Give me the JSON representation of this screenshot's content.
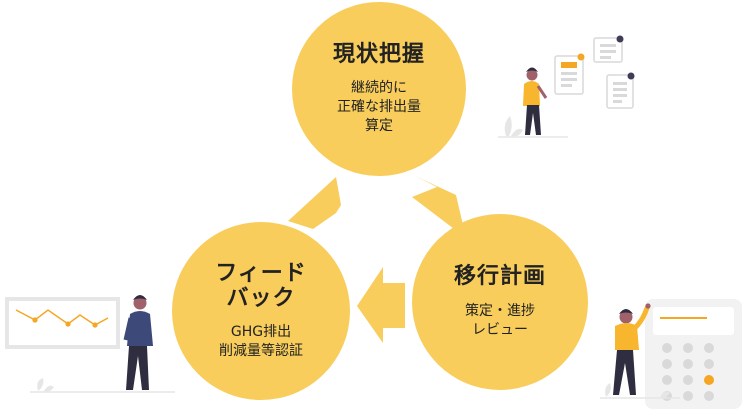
{
  "colors": {
    "circle": "#f8cd5b",
    "arrow": "#f8cd5b",
    "accent_orange": "#f5a623",
    "figure_dark": "#2f2e41",
    "shirt_navy": "#3d4a79",
    "paper_gray": "#e6e6e6",
    "line_gray": "#cccccc",
    "skin": "#a0616a"
  },
  "cycle": {
    "top": {
      "title": "現状把握",
      "desc_lines": [
        "継続的に",
        "正確な排出量",
        "算定"
      ]
    },
    "right": {
      "title": "移行計画",
      "desc_lines": [
        "策定・進捗",
        "レビュー"
      ]
    },
    "left": {
      "title_lines": [
        "フィード",
        "バック"
      ],
      "desc_lines": [
        "GHG排出",
        "削減量等認証"
      ]
    }
  },
  "illustrations": {
    "top_right": "person-with-checklists-icon",
    "bottom_left": "person-with-line-chart-icon",
    "bottom_right": "person-with-calculator-icon"
  }
}
